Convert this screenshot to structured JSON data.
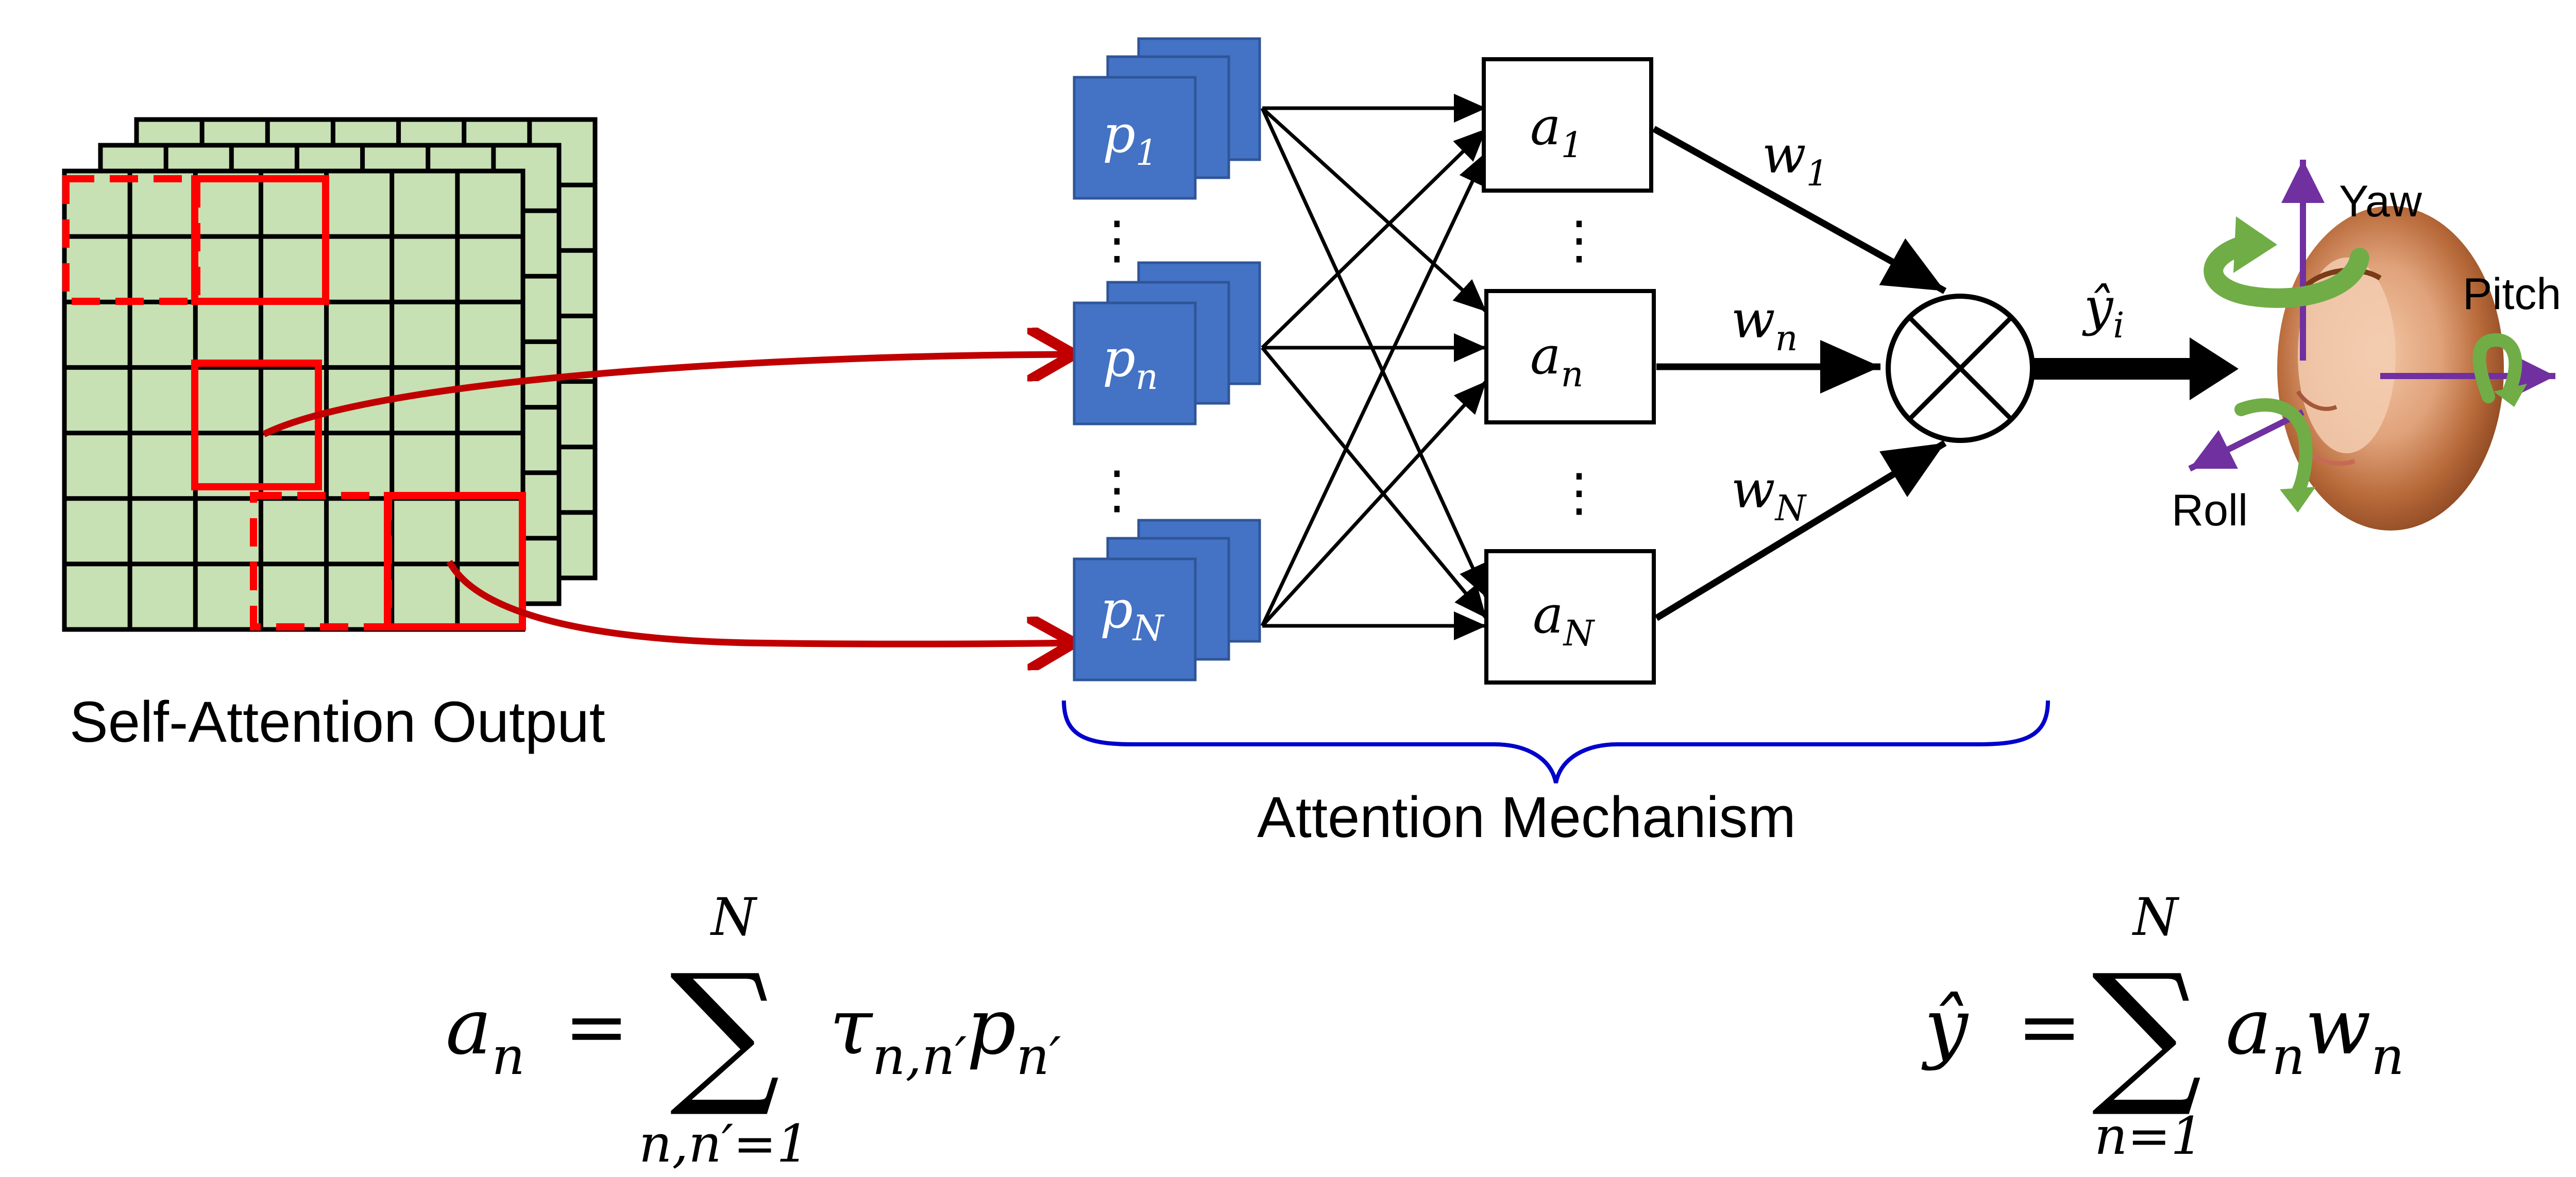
{
  "labels": {
    "self_attention_output": "Self-Attention Output",
    "attention_mechanism": "Attention Mechanism",
    "yaw": "Yaw",
    "pitch": "Pitch",
    "roll": "Roll"
  },
  "patches": {
    "p1": "p",
    "p1_sub": "1",
    "pn": "p",
    "pn_sub": "n",
    "pN": "p",
    "pN_sub": "N"
  },
  "attention": {
    "a1": "a",
    "a1_sub": "1",
    "an": "a",
    "an_sub": "n",
    "aN": "a",
    "aN_sub": "N"
  },
  "weights": {
    "w1": "w",
    "w1_sub": "1",
    "wn": "w",
    "wn_sub": "n",
    "wN": "w",
    "wN_sub": "N"
  },
  "output": {
    "y": "ŷ",
    "y_sub": "i"
  },
  "ellipsis": "⋮",
  "equations": {
    "left": {
      "lhs": "a",
      "lhs_sub": "n",
      "eq": "=",
      "sigma": "∑",
      "upper": "N",
      "lower": "n,n′=1",
      "term1": "τ",
      "term1_sub": "n,n′",
      "term2": "p",
      "term2_sub": "n′"
    },
    "right": {
      "lhs": "ŷ",
      "eq": "=",
      "sigma": "∑",
      "upper": "N",
      "lower": "n=1",
      "term1": "a",
      "term1_sub": "n",
      "term2": "w",
      "term2_sub": "n"
    }
  },
  "colors": {
    "grid_fill": "#c7e0b4",
    "grid_stroke": "#000000",
    "highlight_red": "#ff0000",
    "arrow_dark_red": "#c00000",
    "patch_blue": "#4472c4",
    "patch_border": "#2f5597",
    "brace_blue": "#0000cc",
    "axis_purple": "#7030a0",
    "rotation_green": "#70ad47"
  },
  "icons": {
    "face": "face-photo",
    "multiply": "circled-times-icon"
  }
}
